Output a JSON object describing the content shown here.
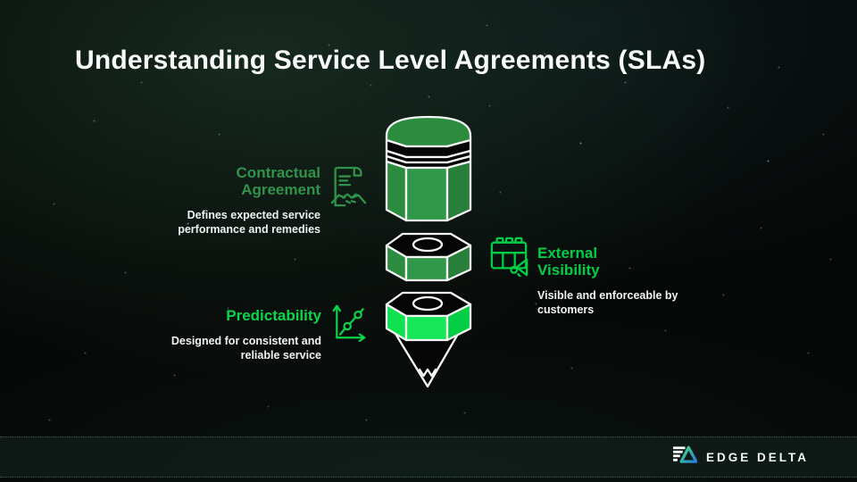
{
  "title": "Understanding Service Level Agreements (SLAs)",
  "features": {
    "contractual": {
      "title": "Contractual Agreement",
      "description": "Defines expected service performance and remedies",
      "title_color": "#2F9449",
      "icon": "contract-handshake-icon"
    },
    "external": {
      "title": "External Visibility",
      "description": "Visible and enforceable by customers",
      "title_color": "#00CE45",
      "icon": "calendar-megaphone-icon"
    },
    "predictability": {
      "title": "Predictability",
      "description": "Designed for consistent and reliable service",
      "title_color": "#0BD649",
      "icon": "trend-chart-icon"
    }
  },
  "pencil": {
    "alt": "pencil split into three stacked segments",
    "colors": {
      "body_green": "#2B8C40",
      "body_green_light": "#31984A",
      "body_green_dark": "#277F3A",
      "bright_green": "#0EE14F",
      "bright_green_light": "#16E657",
      "bright_green_dark": "#04CE43",
      "black": "#050505",
      "outline": "#F5F7F5"
    }
  },
  "footer": {
    "brand_name": "EDGE DELTA",
    "logo_gradient": [
      "#3FE07C",
      "#2B7BE0"
    ]
  },
  "background": {
    "base": "#060807",
    "glow": "#264834"
  }
}
